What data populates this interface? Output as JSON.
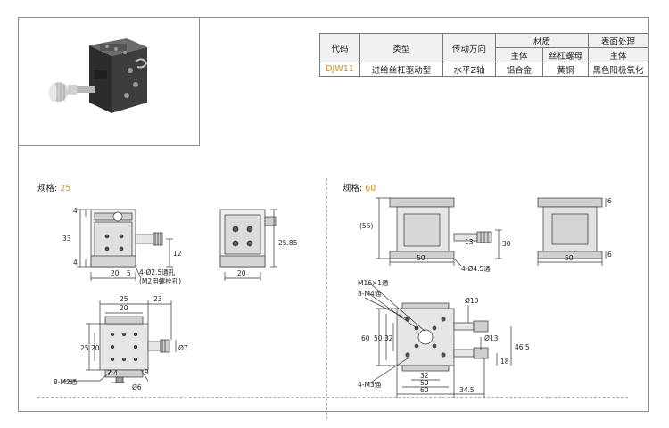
{
  "table": {
    "header": {
      "code": "代码",
      "type": "类型",
      "drive_direction": "传动方向",
      "material": "材质",
      "surface": "表面处理",
      "main_body": "主体",
      "screw_nut": "丝杠螺母",
      "surface_body": "主体"
    },
    "row": {
      "code": "DJW11",
      "type": "进给丝杠驱动型",
      "drive_direction": "水平Z轴",
      "material_body": "铝合金",
      "material_nut": "黄铜",
      "surface": "黑色阳极氧化"
    }
  },
  "spec25": {
    "label": "规格:",
    "value": "25",
    "dims": {
      "d4a": "4",
      "d33": "33",
      "d4b": "4",
      "d12": "12",
      "d20a": "20",
      "d5": "5",
      "hole_note1": "4-Ø2.5通孔",
      "hole_note2": "(M2用螺栓孔)",
      "d25_85": "25.85",
      "d20b": "20",
      "top25": "25",
      "top23": "23",
      "top20": "20",
      "side25": "25",
      "side20": "20",
      "d7": "Ø7",
      "d9": "9",
      "d7_4": "7.4",
      "d6": "Ø6",
      "m2": "8-M2通"
    }
  },
  "spec60": {
    "label": "规格:",
    "value": "60",
    "dims": {
      "d55": "(55)",
      "d13": "13",
      "d30": "30",
      "d50a": "50",
      "d6": "6",
      "hole_note": "4-Ø4.5通",
      "d50b": "50",
      "d6b": "6",
      "m16": "M16×1通",
      "m4": "8-M4通",
      "d10": "Ø10",
      "d13b": "Ø13",
      "d60v": "60",
      "d50v": "50",
      "d32v": "32",
      "d46_5": "46.5",
      "d18": "18",
      "d32h": "32",
      "d50h": "50",
      "d60h": "60",
      "d34_5": "34.5",
      "m3": "4-M3通"
    }
  }
}
